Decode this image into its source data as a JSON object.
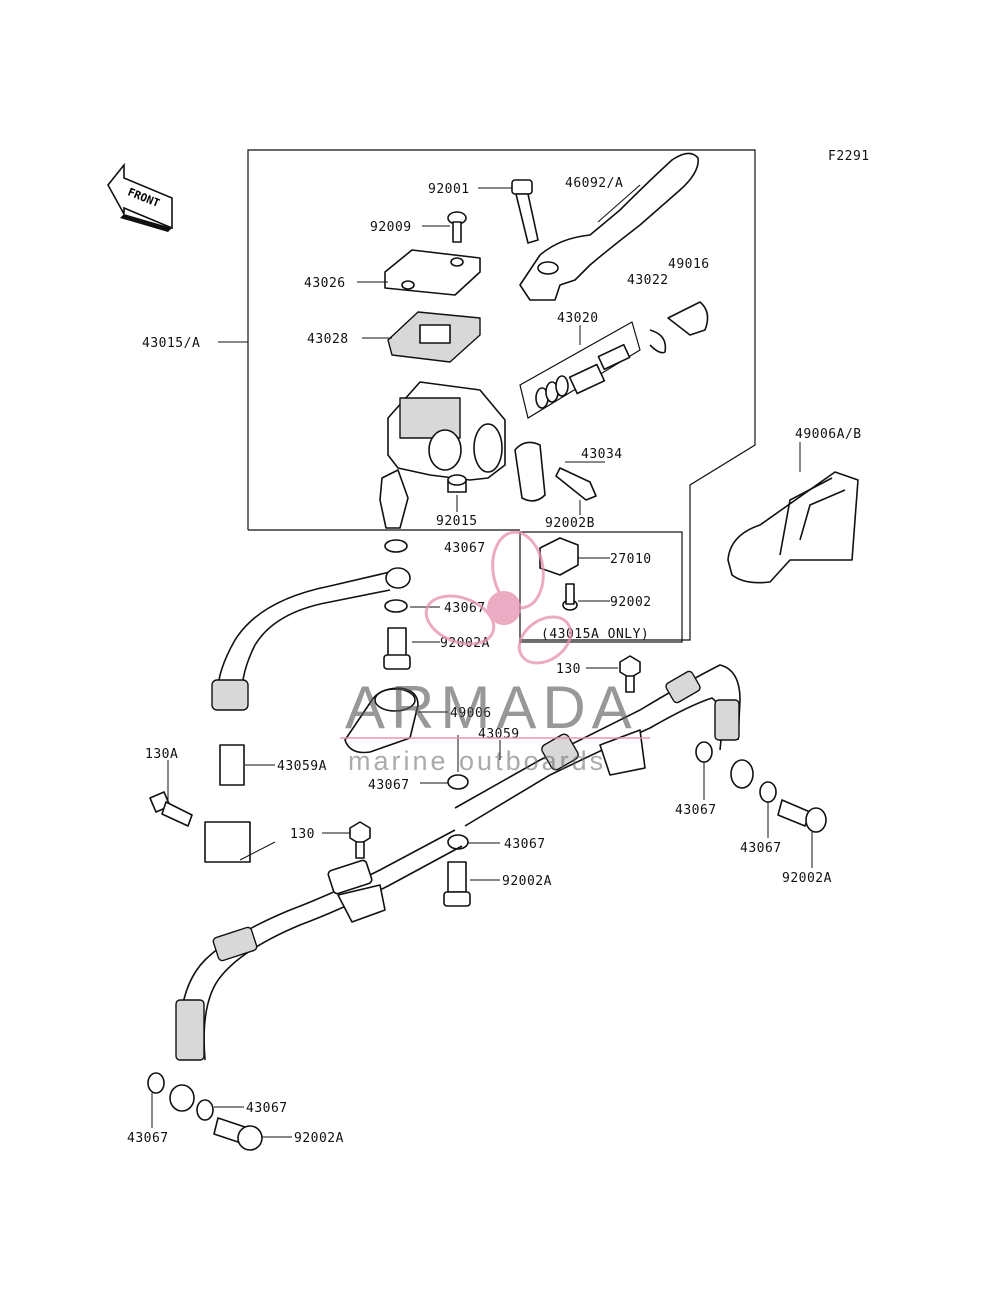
{
  "figure_code": "F2291",
  "front_label": "FRONT",
  "watermark": {
    "title": "ARMADA",
    "subtitle": "marine outboards",
    "accent": "#e58fb0"
  },
  "labels": {
    "p92001": "92001",
    "p46092a": "46092/A",
    "p92009": "92009",
    "p49016": "49016",
    "p43022": "43022",
    "p43026": "43026",
    "p43020": "43020",
    "p43028": "43028",
    "p43015a": "43015/A",
    "p43034": "43034",
    "p49006ab": "49006A/B",
    "p92015": "92015",
    "p92002b": "92002B",
    "p43067_top": "43067",
    "p27010": "27010",
    "p43067_b": "43067",
    "p92002_box": "92002",
    "p92002a_a": "92002A",
    "box_note": "(43015A ONLY)",
    "p130_a": "130",
    "p49006": "49006",
    "p43059": "43059",
    "p130a": "130A",
    "p43059a": "43059A",
    "p43067_c": "43067",
    "p43067_r1": "43067",
    "p130_b": "130",
    "p43067_d": "43067",
    "p43067_r2": "43067",
    "p92002a_b": "92002A",
    "p92002a_r": "92002A",
    "p43067_e": "43067",
    "p43067_f": "43067",
    "p92002a_c": "92002A"
  }
}
